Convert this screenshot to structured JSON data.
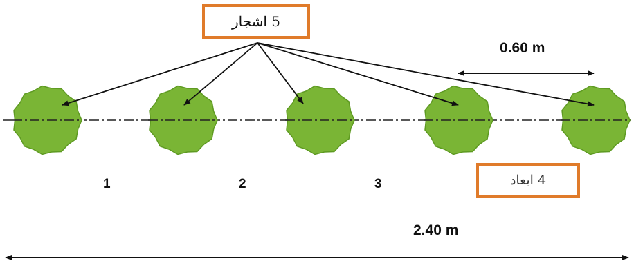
{
  "trees_label": "5 اشجار",
  "spacings_label": "4 ابعاد",
  "spacing_numbers": [
    "1",
    "2",
    "3"
  ],
  "spacing_dimension": "0.60 m",
  "total_dimension": "2.40 m",
  "tree_count": 5,
  "colors": {
    "tree": "#7ab535",
    "tree_dark": "#5e9a22",
    "box_border": "#e07b2a",
    "line": "#222222"
  }
}
